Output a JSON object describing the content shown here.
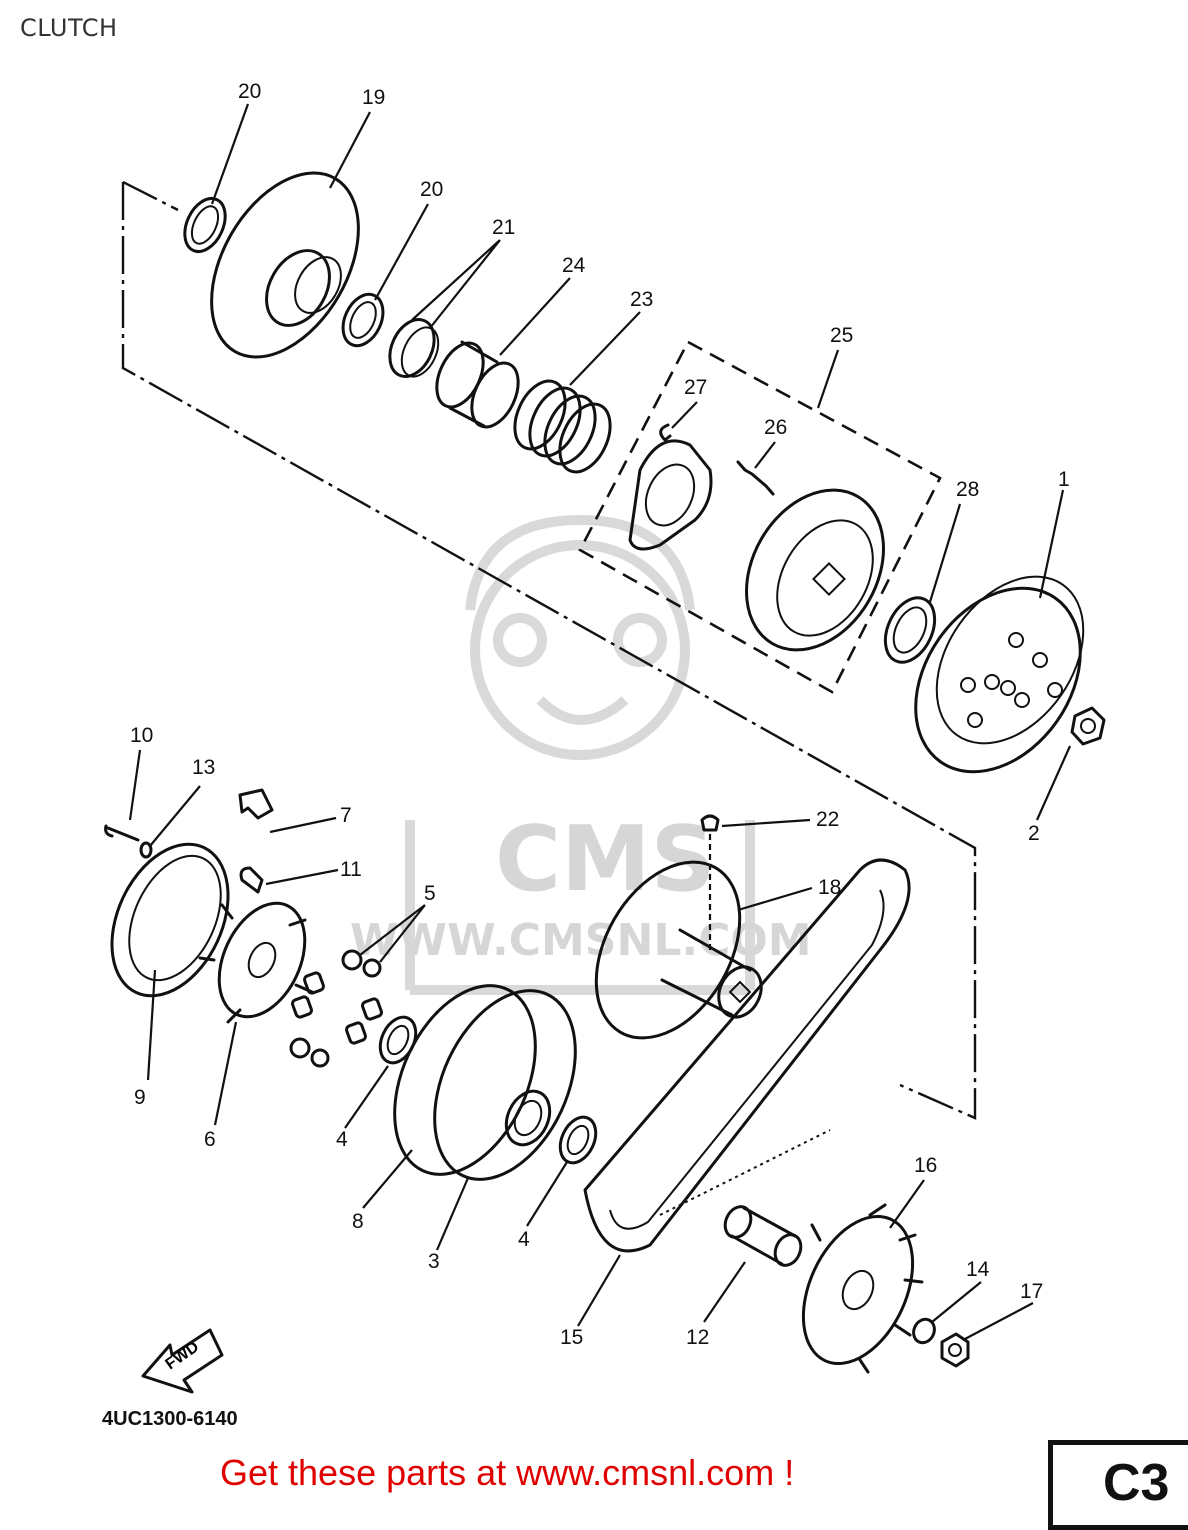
{
  "title": "CLUTCH",
  "figure_code": "4UC1300-6140",
  "page_code": "C3",
  "arrow_label": "FWD",
  "watermark": {
    "logo_text": "CMS",
    "url_text": "WWW.CMSNL.COM"
  },
  "footer": {
    "link_text": "Get these parts at www.cmsnl.com !"
  },
  "callouts": {
    "c20a": "20",
    "c19": "19",
    "c20b": "20",
    "c21": "21",
    "c24": "24",
    "c23": "23",
    "c25": "25",
    "c27": "27",
    "c26": "26",
    "c28": "28",
    "c1": "1",
    "c2": "2",
    "c10": "10",
    "c13": "13",
    "c7": "7",
    "c11": "11",
    "c5": "5",
    "c22": "22",
    "c18": "18",
    "c9": "9",
    "c6": "6",
    "c4a": "4",
    "c8": "8",
    "c3": "3",
    "c4b": "4",
    "c16": "16",
    "c14": "14",
    "c17": "17",
    "c15": "15",
    "c12": "12"
  }
}
